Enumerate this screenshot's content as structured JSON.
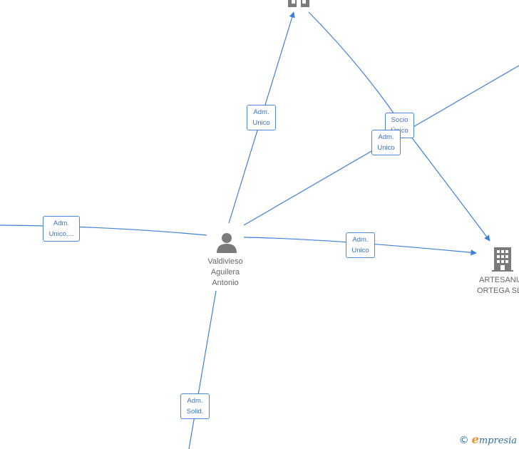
{
  "colors": {
    "edge": "#3f7fd9",
    "node_icon": "#7a7a7a",
    "node_text": "#666666",
    "brand_blue": "#2f6f9f",
    "brand_orange": "#e8902a"
  },
  "nodes": {
    "person": {
      "icon": "person-icon",
      "label_lines": [
        "Valdivieso",
        "Aguilera",
        "Antonio"
      ]
    },
    "company_top": {
      "icon": "building-icon",
      "label_lines": []
    },
    "company_right": {
      "icon": "building-icon",
      "label_lines": [
        "ARTESANIA",
        "ORTEGA SL"
      ]
    }
  },
  "edges": {
    "to_top": {
      "lines": [
        "Adm.",
        "Unico"
      ]
    },
    "socio": {
      "lines": [
        "Socio",
        "Único"
      ]
    },
    "to_upper_right": {
      "lines": [
        "Adm.",
        "Unico"
      ]
    },
    "to_left": {
      "lines": [
        "Adm.",
        "Unico,..."
      ]
    },
    "to_right": {
      "lines": [
        "Adm.",
        "Unico"
      ]
    },
    "to_bottom": {
      "lines": [
        "Adm.",
        "Solid."
      ]
    }
  },
  "brand": {
    "copyright": "©",
    "initial": "e",
    "rest": "mpresia"
  }
}
